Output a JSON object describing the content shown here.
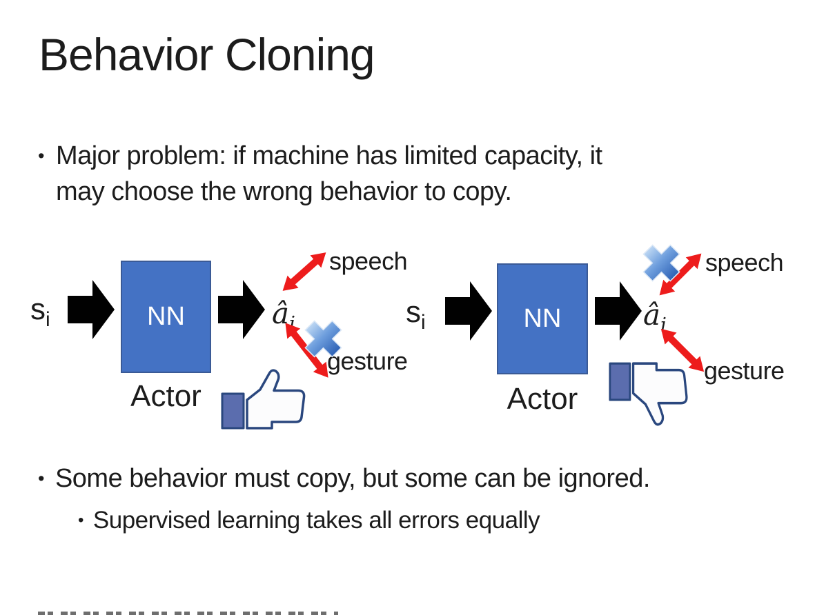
{
  "title": "Behavior Cloning",
  "bullets": {
    "main1": {
      "marker": "•",
      "line1": "Major problem: if machine has limited capacity, it",
      "line2": "may choose the wrong behavior to copy."
    },
    "main2": {
      "marker": "•",
      "text": "Some behavior must copy, but some can be ignored."
    },
    "sub1": {
      "marker": "•",
      "text": "Supervised learning takes all errors equally"
    }
  },
  "diagrams": {
    "left": {
      "input": "s",
      "input_sub": "i",
      "nn": "NN",
      "role": "Actor",
      "output": "â",
      "output_sub": "i",
      "speech": "speech",
      "gesture": "gesture",
      "crossed_out": "gesture",
      "feedback_icon": "thumbs-up"
    },
    "right": {
      "input": "s",
      "input_sub": "i",
      "nn": "NN",
      "role": "Actor",
      "output": "â",
      "output_sub": "i",
      "speech": "speech",
      "gesture": "gesture",
      "crossed_out": "speech",
      "feedback_icon": "thumbs-down"
    }
  },
  "colors": {
    "background": "#ffffff",
    "text": "#1c1c1c",
    "nn_box": "#4472c4",
    "nn_box_border": "#3a5a96",
    "nn_text": "#ffffff",
    "black_arrow": "#010101",
    "red_arrow": "#ed1c1c",
    "cross_light": "#bdd7f3",
    "cross_mid": "#6e9edd",
    "cross_dark": "#2e62b6",
    "cross_stroke": "#dde9f7",
    "thumb_outline": "#2a477e",
    "thumb_fill": "#fcfcfd",
    "thumb_cuff": "#5b6dae"
  }
}
